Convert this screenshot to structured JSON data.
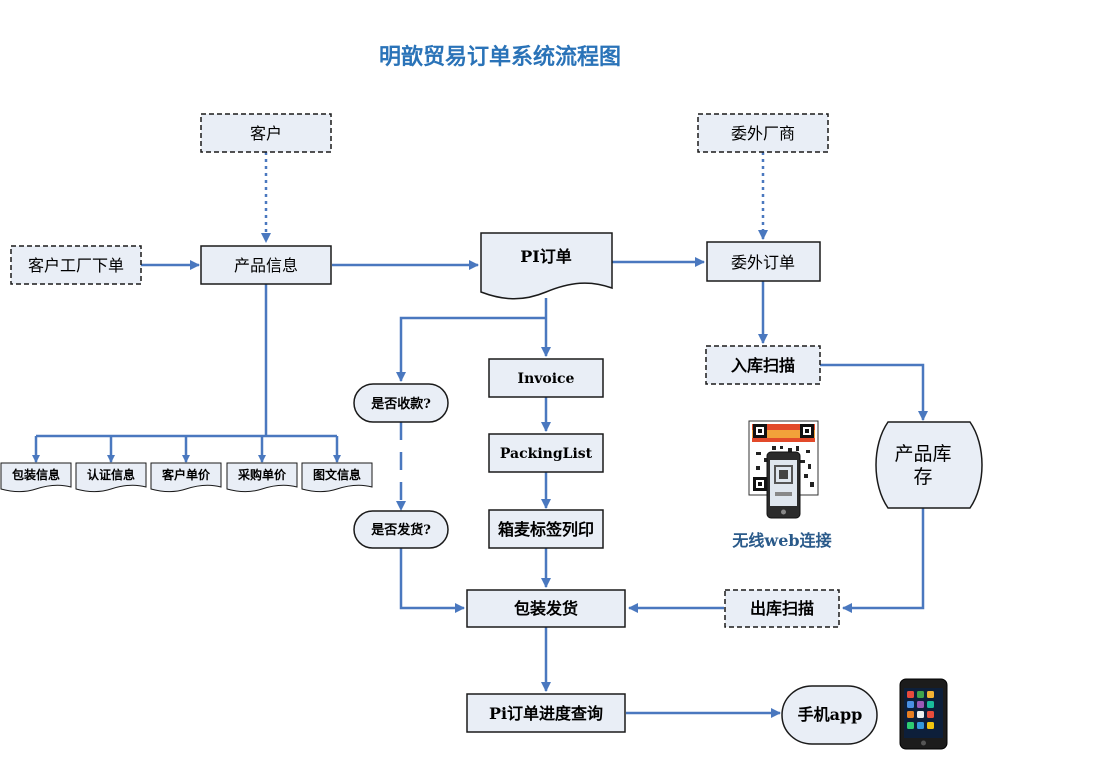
{
  "title": "明歆贸易订单系统流程图",
  "nodes": {
    "customer": "客户",
    "customer_factory_order": "客户工厂下单",
    "product_info": "产品信息",
    "pi_order": "PI订单",
    "outsource_vendor": "委外厂商",
    "outsource_order": "委外订单",
    "inbound_scan": "入库扫描",
    "product_stock": [
      "产品库",
      "存"
    ],
    "payment_received": "是否收款?",
    "shipped": "是否发货?",
    "invoice": "Invoice",
    "packing_list": "PackingList",
    "carton_label_print": "箱麦标签列印",
    "pack_ship": "包装发货",
    "outbound_scan": "出库扫描",
    "pi_progress_query": "Pi订单进度查询",
    "mobile_app": "手机app",
    "wireless_web": "无线web连接"
  },
  "info_docs": [
    "包装信息",
    "认证信息",
    "客户单价",
    "采购单价",
    "图文信息"
  ],
  "colors": {
    "box_fill": "#e9eef6",
    "arrow": "#4a78bf",
    "title": "#2a73b8",
    "caption": "#2a5a8a"
  },
  "icons": {
    "qr_code": "qr-code-icon",
    "smartphone": "smartphone-icon"
  }
}
